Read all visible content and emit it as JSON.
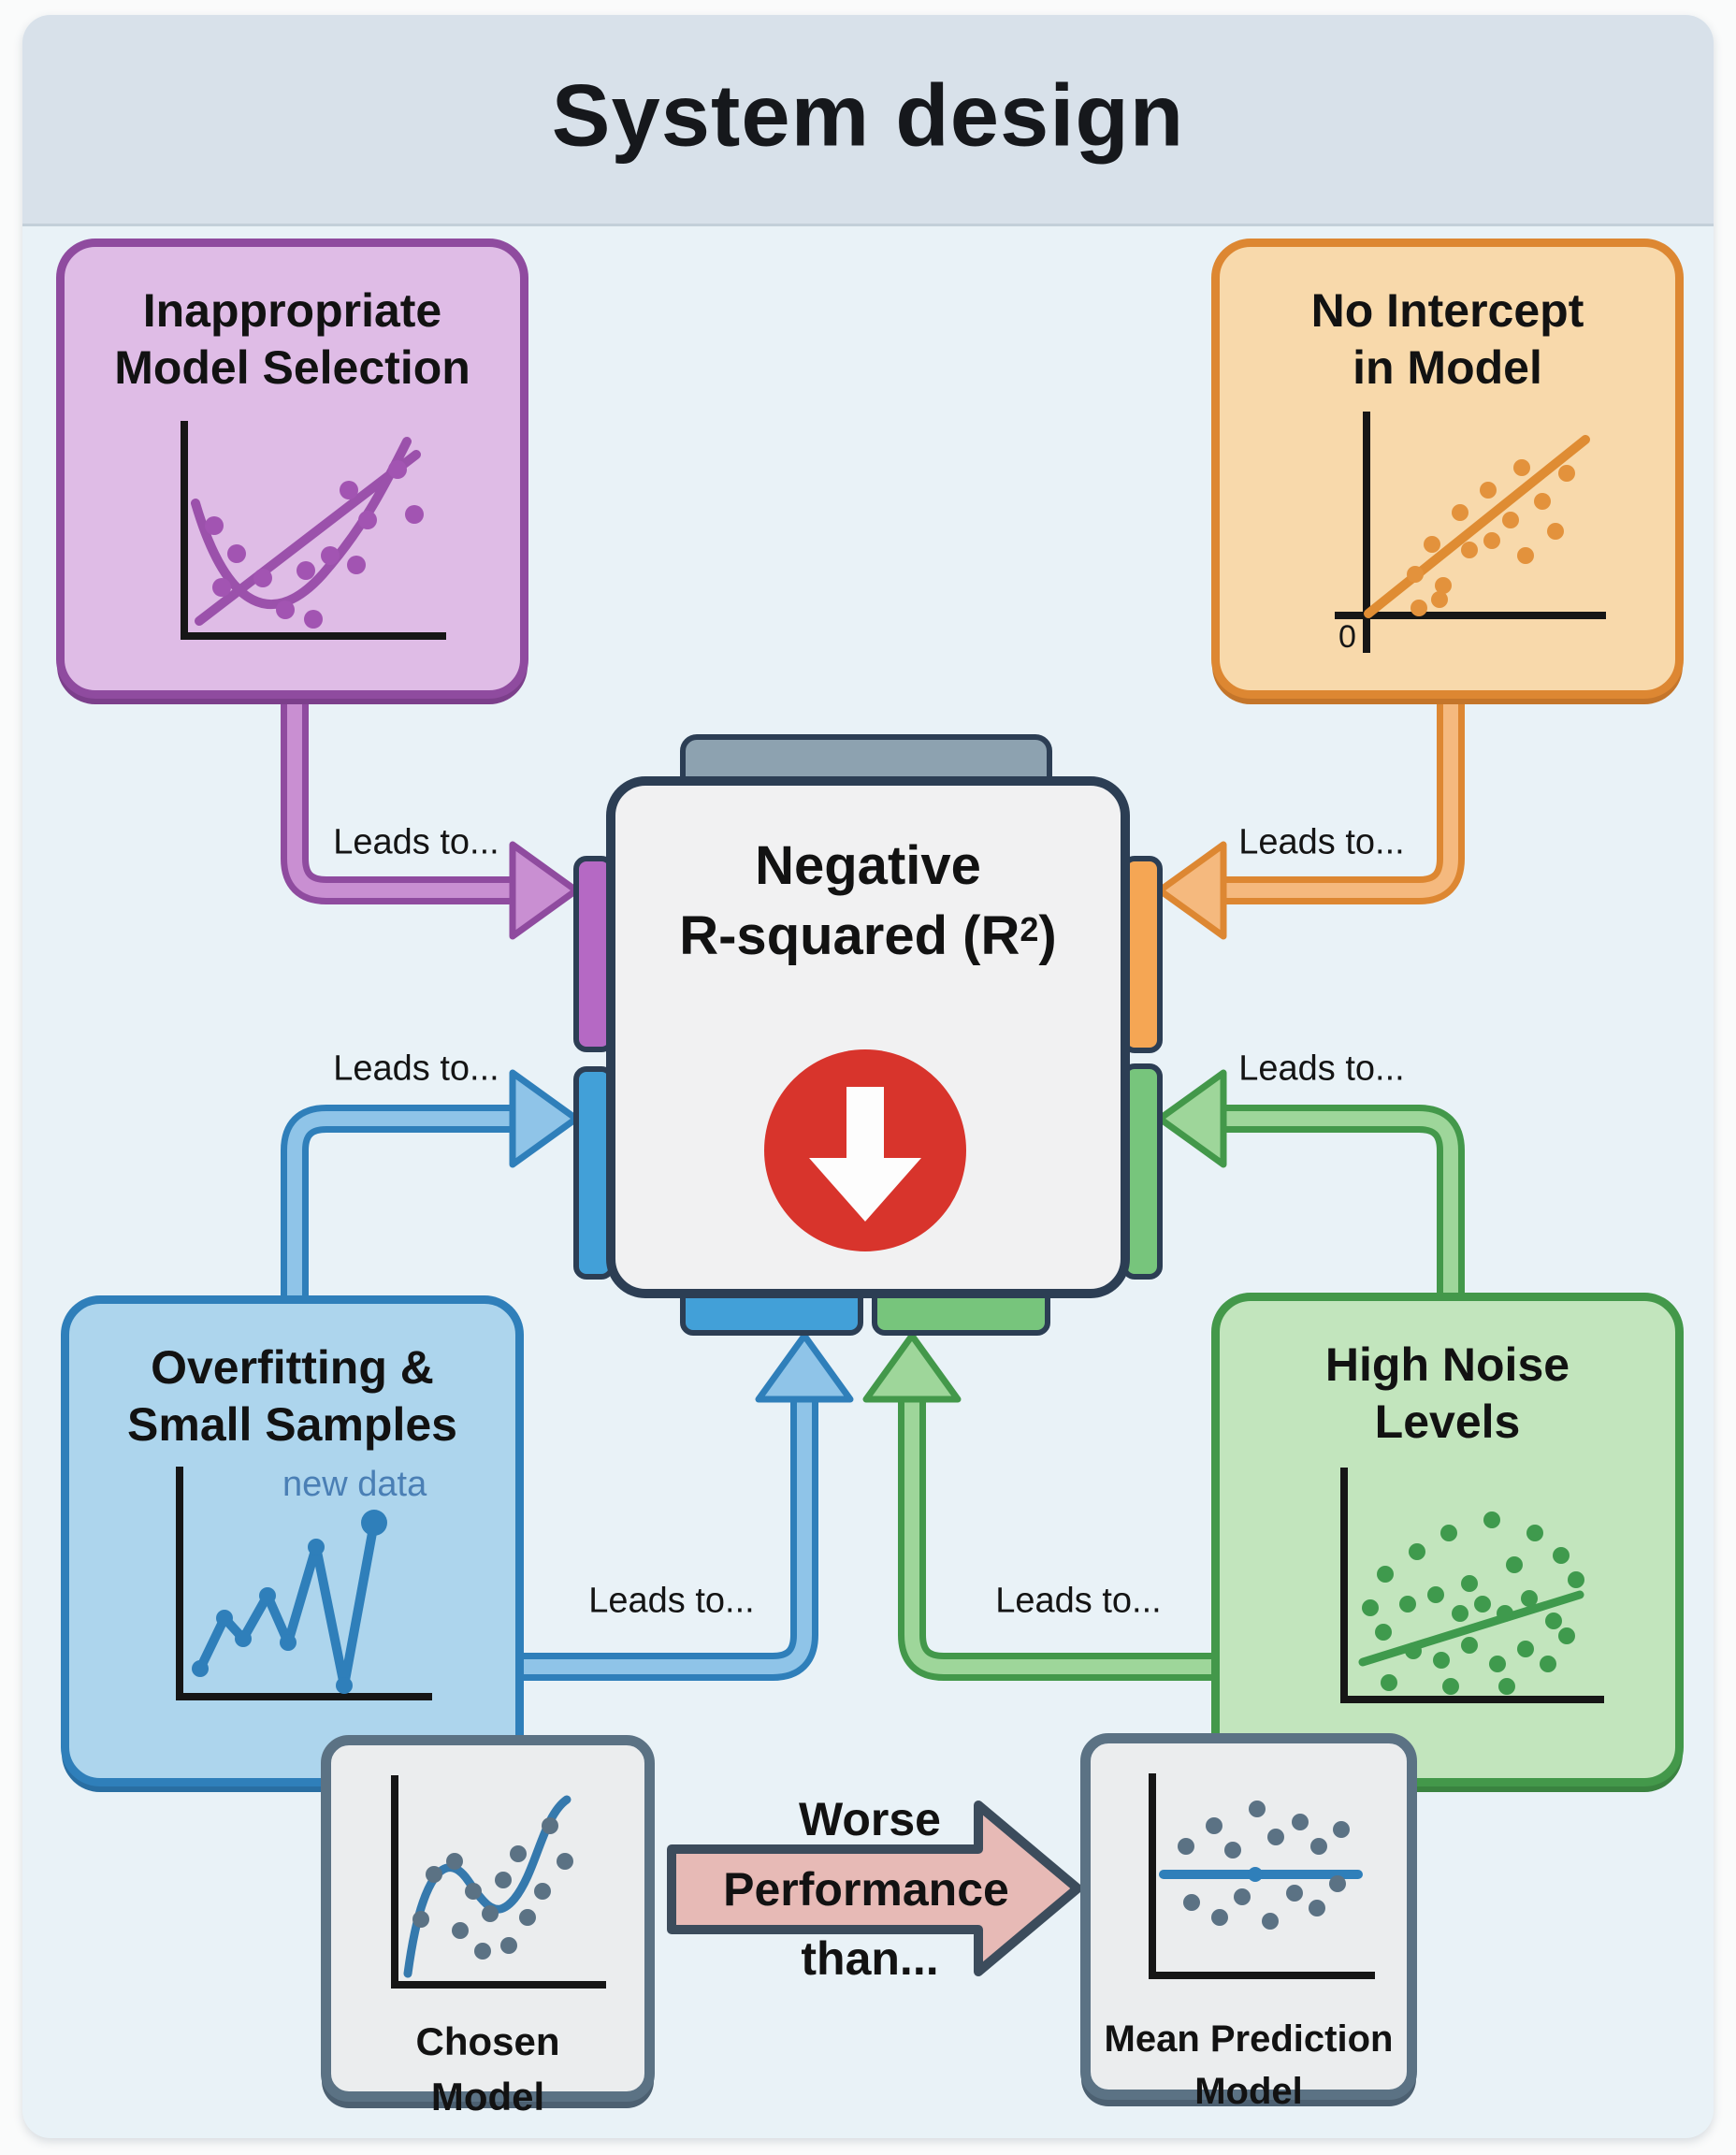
{
  "title": "System design",
  "labels": {
    "leads_to": "Leads to..."
  },
  "center": {
    "line1": "Negative",
    "line2_pre": "R-squared (R",
    "line2_sup": "2",
    "line2_post": ")",
    "icon": "down-arrow-in-red-circle"
  },
  "causes": {
    "inappropriate": {
      "line1": "Inappropriate",
      "line2": "Model Selection"
    },
    "no_intercept": {
      "line1": "No Intercept",
      "line2": "in Model",
      "origin_label": "0"
    },
    "overfitting": {
      "line1": "Overfitting &",
      "line2": "Small Samples",
      "annotation": "new data"
    },
    "high_noise": {
      "line1": "High Noise",
      "line2": "Levels"
    }
  },
  "comparison": {
    "chosen": {
      "line1": "Chosen",
      "line2": "Model"
    },
    "mean": {
      "line1": "Mean Prediction",
      "line2": "Model"
    },
    "arrow_top": "Worse",
    "arrow_mid": "Performance",
    "arrow_bottom": "than..."
  },
  "colors": {
    "header_bg": "#d8e1ea",
    "body_bg": "#e9f2f7",
    "purple_border": "#8f4b9f",
    "purple_fill": "#dfbce6",
    "orange_border": "#dd8732",
    "orange_fill": "#f8d9ab",
    "blue_border": "#2f7fba",
    "blue_fill": "#add5ed",
    "green_border": "#43984a",
    "green_fill": "#c2e5bd",
    "center_border": "#2c3e54",
    "center_fill": "#f1f1f2",
    "red_icon": "#d8342c",
    "slate_border": "#5b7284",
    "pink_arrow": "#e7bab6"
  }
}
